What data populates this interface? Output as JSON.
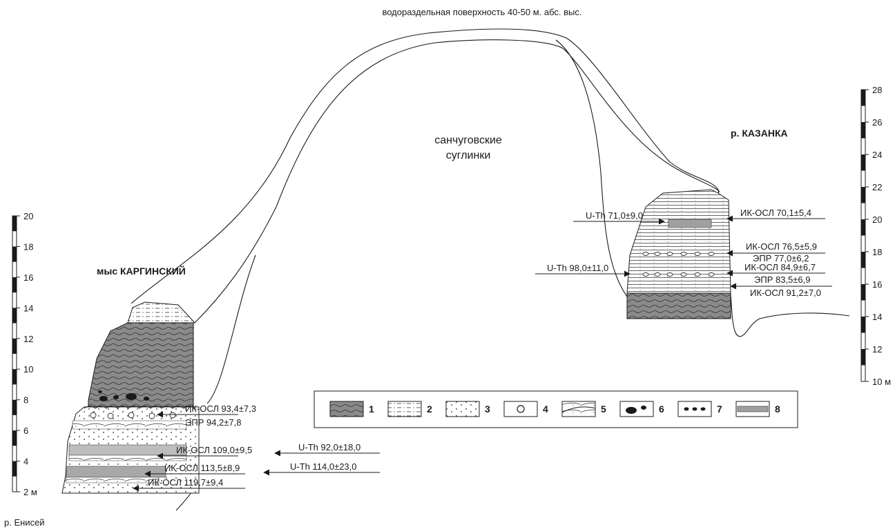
{
  "header": {
    "title": "водораздельная поверхность 40-50 м. абс. выс."
  },
  "middle": {
    "label_line1": "санчуговские",
    "label_line2": "суглинки"
  },
  "left_section": {
    "title": "мыс КАРГИНСКИЙ",
    "river": "р. Енисей",
    "scale_ticks": [
      "2 м",
      "4",
      "6",
      "8",
      "10",
      "12",
      "14",
      "16",
      "18",
      "20"
    ],
    "dates": [
      "ИК-ОСЛ 93,4±7,3",
      "ЭПР 94,2±7,8",
      "U-Th 92,0±18,0",
      "ИК-ОСЛ 109,0±9,5",
      "U-Th 114,0±23,0",
      "ИК-ОСЛ 113,5±8,9",
      "ИК-ОСЛ 119,7±9,4"
    ]
  },
  "right_section": {
    "title": "р. КАЗАНКА",
    "scale_ticks": [
      "10 м",
      "12",
      "14",
      "16",
      "18",
      "20",
      "22",
      "24",
      "26",
      "28"
    ],
    "dates": [
      "U-Th 71,0±9,0",
      "ИК-ОСЛ 70,1±5,4",
      "ИК-ОСЛ 76,5±5,9",
      "ЭПР 77,0±6,2",
      "U-Th 98,0±11,0",
      "ИК-ОСЛ 84,9±6,7",
      "ЭПР 83,5±6,9",
      "ИК-ОСЛ 91,2±7,0"
    ]
  },
  "legend": {
    "items": [
      {
        "num": "1",
        "icon": "wavy-clay-swatch"
      },
      {
        "num": "2",
        "icon": "dashed-loam-swatch"
      },
      {
        "num": "3",
        "icon": "dotted-sand-swatch"
      },
      {
        "num": "4",
        "icon": "shell-swatch"
      },
      {
        "num": "5",
        "icon": "cross-bedding-swatch"
      },
      {
        "num": "6",
        "icon": "boulder-swatch"
      },
      {
        "num": "7",
        "icon": "pebble-swatch"
      },
      {
        "num": "8",
        "icon": "soil-swatch"
      }
    ]
  },
  "colors": {
    "clay": "#8a8a8a",
    "clay_dark": "#6e6e6e",
    "line": "#1a1a1a",
    "sand": "#ffffff"
  }
}
